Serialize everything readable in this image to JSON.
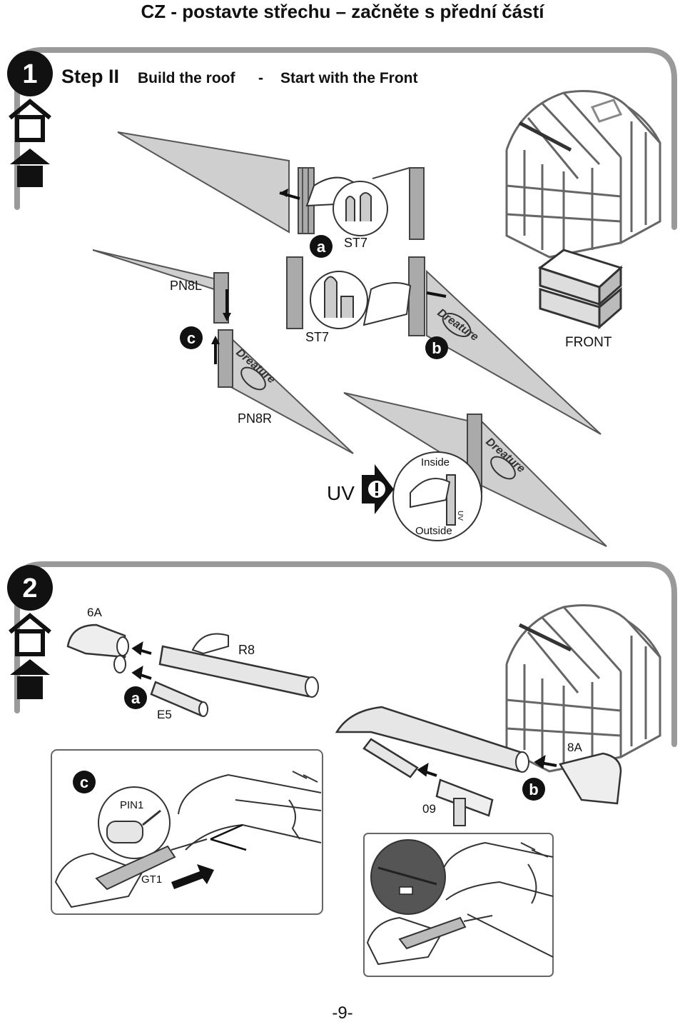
{
  "header": {
    "title": "CZ - postavte střechu – začněte s přední částí"
  },
  "step1": {
    "number": "1",
    "step_label": "Step II",
    "title": "Build the roof",
    "dash": "-",
    "subtitle": "Start with the Front",
    "labels": {
      "st7_top": "ST7",
      "st7_mid": "ST7",
      "pn8l": "PN8L",
      "pn8r": "PN8R",
      "front": "FRONT",
      "inside": "Inside",
      "outside": "Outside",
      "uv": "UV",
      "uv_small": "UV",
      "brand": "Dreature"
    },
    "callouts": {
      "a": "a",
      "b": "b",
      "c": "c"
    }
  },
  "step2": {
    "number": "2",
    "labels": {
      "part_6a": "6A",
      "part_r8": "R8",
      "part_e5": "E5",
      "part_8a": "8A",
      "part_09": "09",
      "pin1": "PIN1",
      "gt1": "GT1"
    },
    "callouts": {
      "a": "a",
      "b": "b",
      "c": "c"
    }
  },
  "footer": {
    "page": "-9-"
  }
}
